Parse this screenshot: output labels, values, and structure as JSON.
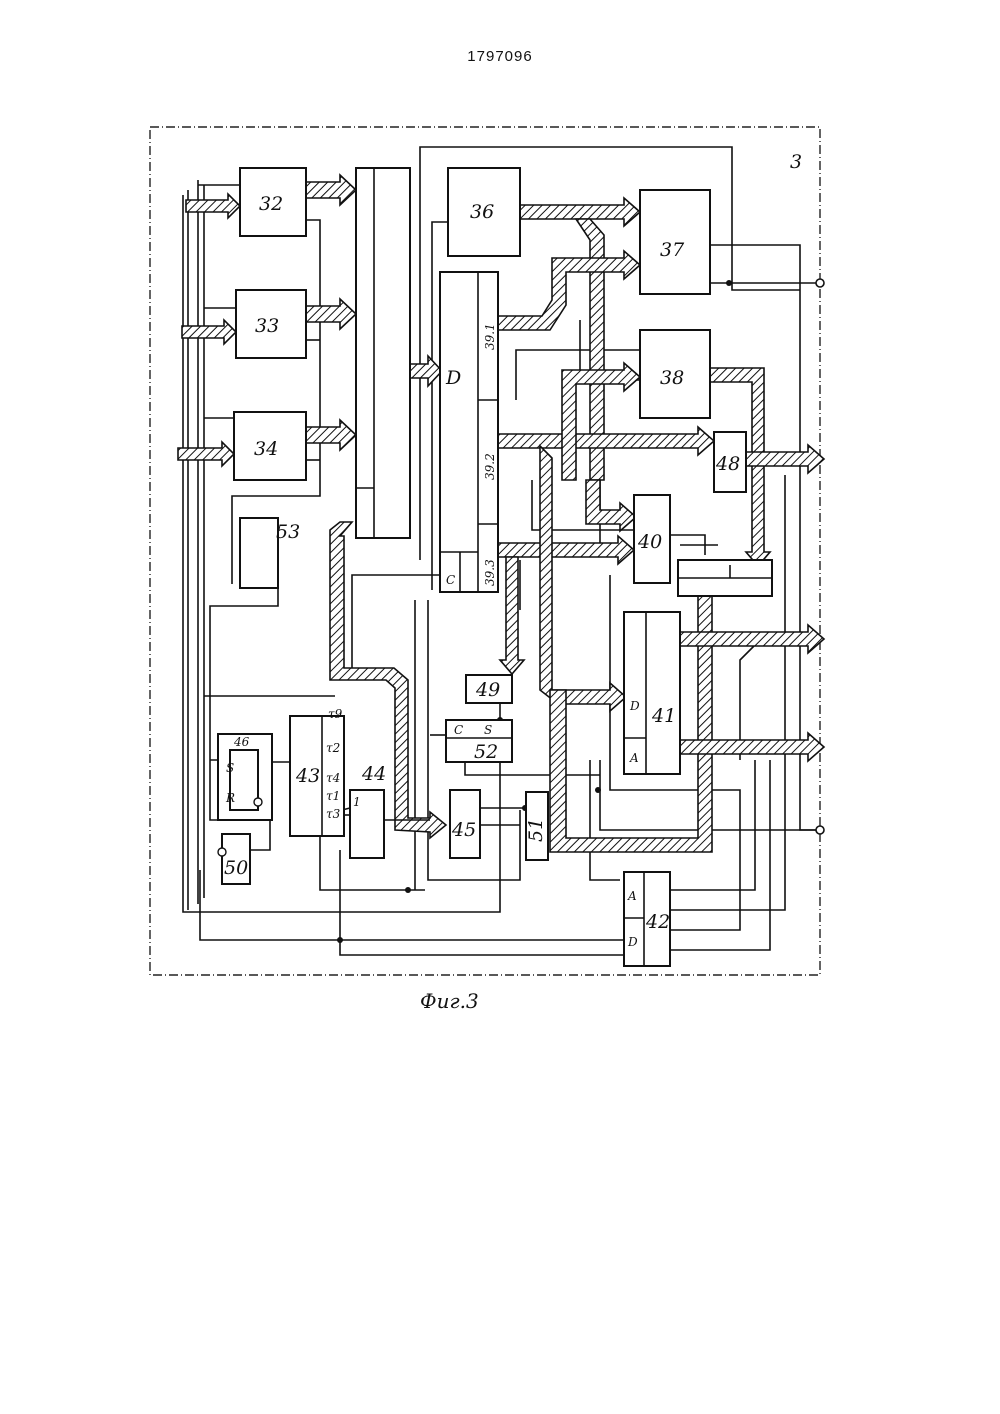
{
  "header": {
    "document_number": "1797096"
  },
  "figure": {
    "corner_label": "3",
    "caption": "Фиг.3",
    "blocks": {
      "b32": "32",
      "b33": "33",
      "b34": "34",
      "b36": "36",
      "b37": "37",
      "b38": "38",
      "b39": {
        "d": "D",
        "c": "C",
        "s1": "39.1",
        "s2": "39.2",
        "s3": "39.3"
      },
      "b40": "40",
      "b41": {
        "num": "41",
        "d": "D",
        "a": "A"
      },
      "b42": {
        "num": "42",
        "a": "A",
        "d": "D"
      },
      "b43": {
        "num": "43",
        "t9": "τ9",
        "t2": "τ2",
        "t4": "τ4",
        "t1": "τ1",
        "t3": "τ3"
      },
      "b44": {
        "num": "44",
        "pin": "1"
      },
      "b45": "45",
      "b46": {
        "num": "46",
        "s": "S",
        "r": "R"
      },
      "b48": "48",
      "b49": "49",
      "b50": "50",
      "b51": "51",
      "b52": {
        "num": "52",
        "c": "C",
        "s": "S"
      },
      "b53": "53"
    }
  }
}
